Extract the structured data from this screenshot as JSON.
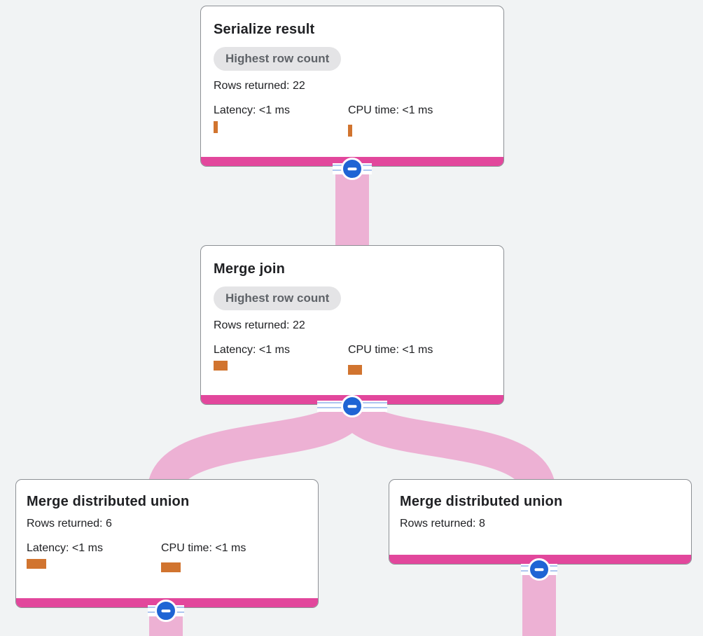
{
  "app": "query-execution-plan-visualizer",
  "colors": {
    "background": "#f1f3f4",
    "card_accent_pink": "#e2479c",
    "flow_link_pink": "#edb1d4",
    "collapse_button_blue": "#1f64d4",
    "collapse_stripe_blue": "#adc6f0",
    "metric_bar_orange": "#d1742f",
    "badge_background": "#e4e4e6",
    "badge_text": "#5f6368",
    "body_text": "#202124",
    "card_border": "#8d9095"
  },
  "icons": {
    "collapse": "minus-icon"
  },
  "nodes": [
    {
      "title": "Serialize result",
      "badge": "Highest row count",
      "rows_returned": "Rows returned: 22",
      "latency": "Latency: <1 ms",
      "cpu": "CPU time: <1 ms",
      "latency_bar_style": "width:6px;height:17px",
      "cpu_bar_style": "width:6px;height:17px;margin-top:11px"
    },
    {
      "title": "Merge join",
      "badge": "Highest row count",
      "rows_returned": "Rows returned: 22",
      "latency": "Latency: <1 ms",
      "cpu": "CPU time: <1 ms",
      "latency_bar_style": "width:20px;height:14px",
      "cpu_bar_style": "width:20px;height:14px;margin-top:12px"
    },
    {
      "title": "Merge distributed union",
      "rows_returned": "Rows returned: 6",
      "latency": "Latency: <1 ms",
      "cpu": "CPU time: <1 ms",
      "latency_bar_style": "width:28px;height:14px",
      "cpu_bar_style": "width:28px;height:14px;margin-top:11px"
    },
    {
      "title": "Merge distributed union",
      "rows_returned": "Rows returned: 8"
    }
  ]
}
